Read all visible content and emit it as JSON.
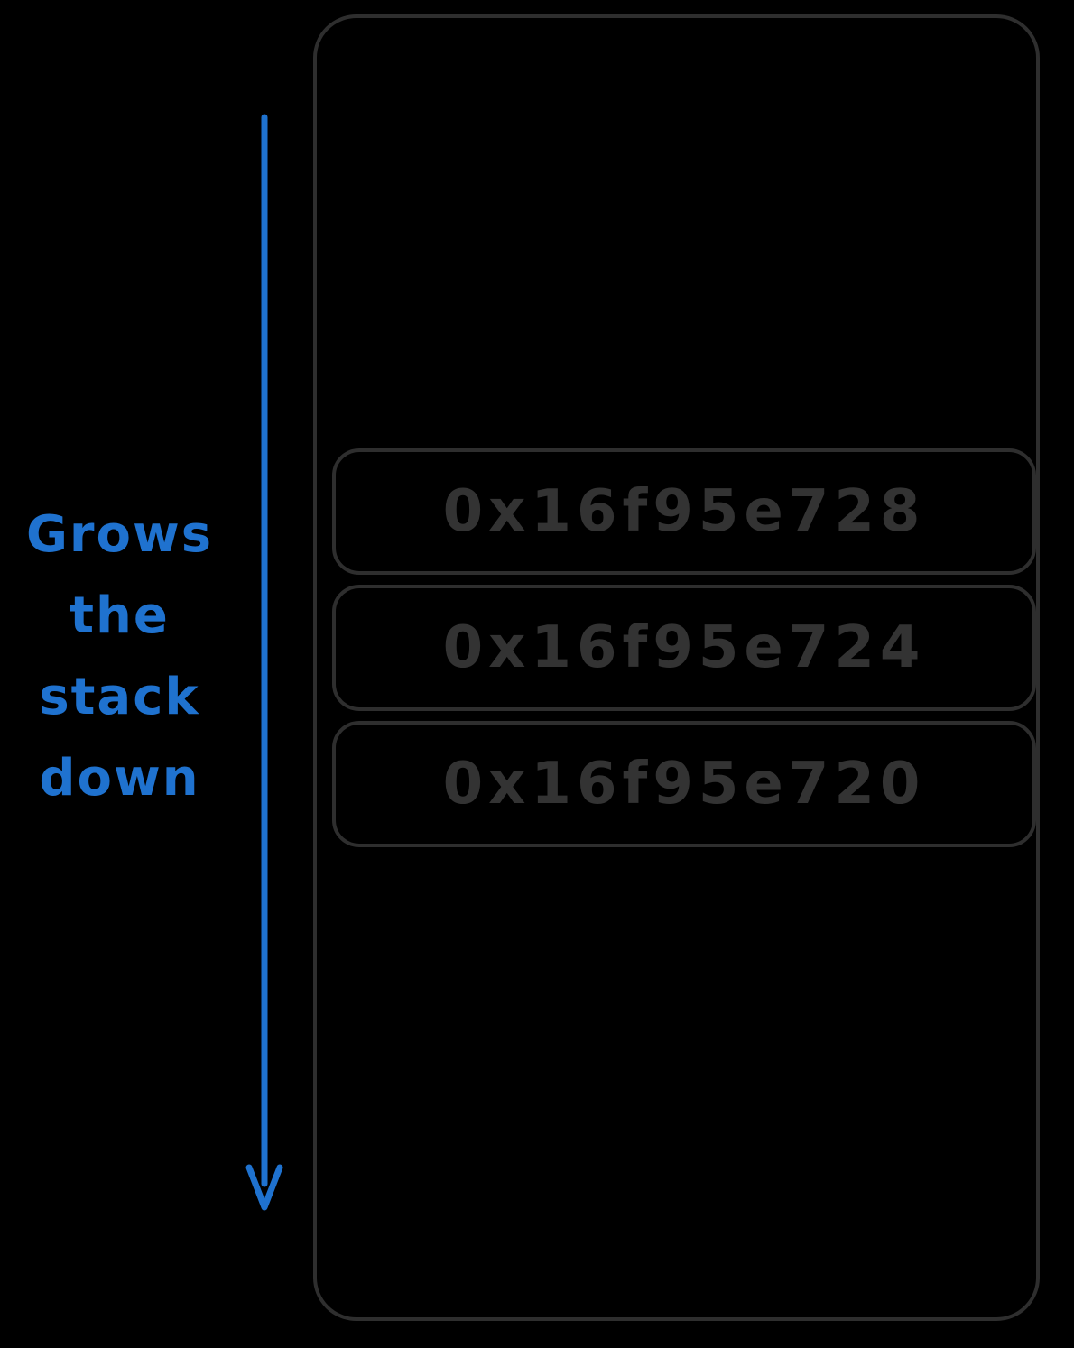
{
  "diagram": {
    "annotation": {
      "lines": [
        "Grows",
        "the",
        "stack",
        "down"
      ]
    },
    "stack": {
      "frames": [
        {
          "address": "0x16f95e728"
        },
        {
          "address": "0x16f95e724"
        },
        {
          "address": "0x16f95e720"
        }
      ]
    },
    "colors": {
      "background": "#000000",
      "stroke": "#2e2e2e",
      "text": "#333333",
      "arrow": "#1f72cf"
    }
  }
}
